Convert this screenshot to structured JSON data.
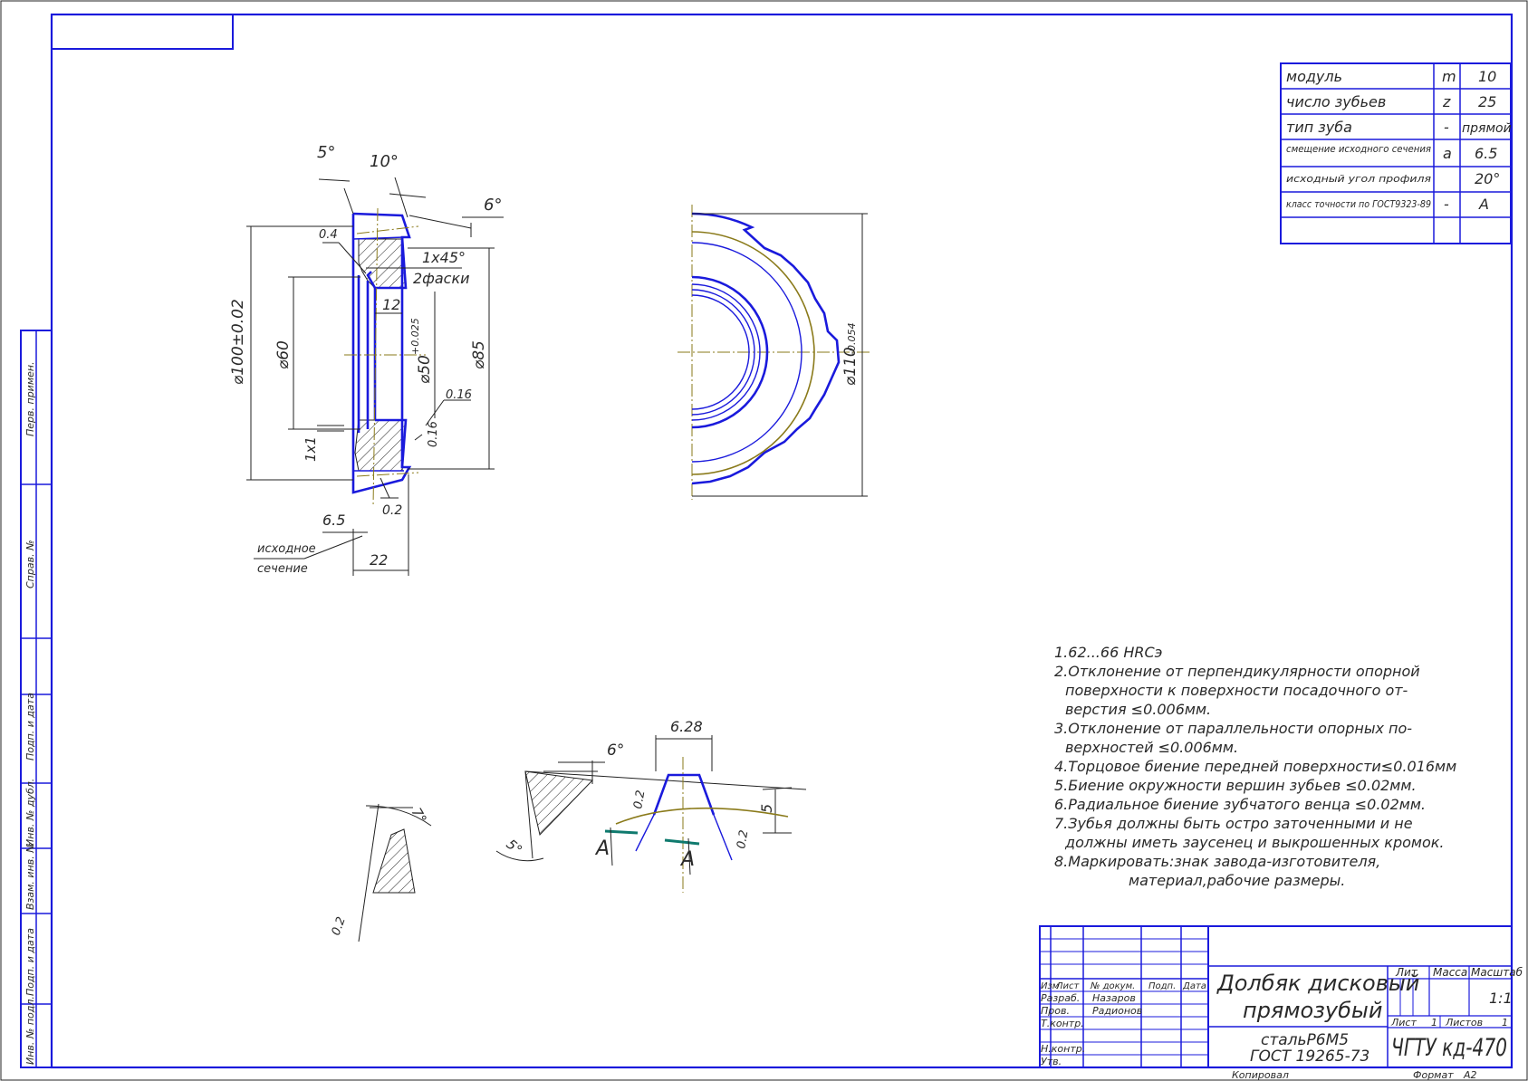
{
  "drawing": {
    "title_line1": "Долбяк дисковый",
    "title_line2": "прямозубый",
    "material_line1": "стальР6М5",
    "material_line2": "ГОСТ 19265-73",
    "designation": "ЧГТУ кд-470",
    "scale": "1:1",
    "sheet_label": "Лист",
    "sheet_value": "1",
    "sheets_label": "Листов",
    "sheets_value": "1",
    "lit_label": "Лит",
    "mass_label": "Масса",
    "scale_label": "Масштаб",
    "copied_label": "Копировал",
    "format_label": "Формат",
    "format_value": "А2"
  },
  "title_block": {
    "header": [
      "Изм",
      "Лист",
      "№ докум.",
      "Подп.",
      "Дата"
    ],
    "roles": [
      {
        "role": "Разраб.",
        "name": "Назаров"
      },
      {
        "role": "Пров.",
        "name": "Радионов"
      },
      {
        "role": "Т.контр.",
        "name": ""
      },
      {
        "role": "Н.контр.",
        "name": ""
      },
      {
        "role": "Утв.",
        "name": ""
      }
    ]
  },
  "side_stamp": [
    "Перв. примен.",
    "Справ. №",
    "Подп. и дата",
    "Инв. № дубл.",
    "Взам. инв. №",
    "Подп. и дата",
    "Инв. № подл."
  ],
  "params": [
    {
      "name": "модуль",
      "symbol": "m",
      "value": "10"
    },
    {
      "name": "число зубьев",
      "symbol": "z",
      "value": "25"
    },
    {
      "name": "тип зуба",
      "symbol": "-",
      "value": "прямой"
    },
    {
      "name": "смещение исходного сечения",
      "symbol": "a",
      "value": "6.5"
    },
    {
      "name": "исходный угол профиля",
      "symbol": "",
      "value": "20°"
    },
    {
      "name": "класс точности по ГОСТ9323-89",
      "symbol": "-",
      "value": "А"
    }
  ],
  "notes": [
    "1.62...66 HRCэ",
    "2.Отклонение от перпендикулярности опорной",
    "поверхности к поверхности посадочного от-",
    "верстия ≤0.006мм.",
    "3.Отклонение от параллельности опорных по-",
    "верхностей ≤0.006мм.",
    "4.Торцовое биение передней поверхности≤0.016мм",
    "5.Биение окружности вершин зубьев ≤0.02мм.",
    "6.Радиальное биение зубчатого венца ≤0.02мм.",
    "7.Зубья должны быть остро заточенными и не",
    "должны иметь заусенец и выкрошенных кромок.",
    "8.Маркировать:знак завода-изготовителя,",
    "материал,рабочие размеры."
  ],
  "dims": {
    "ang5": "5°",
    "ang10": "10°",
    "ang6": "6°",
    "r04": "0.4",
    "chamfer": "1x45°",
    "chamfer2": "2фаски",
    "d100": "⌀100±0.02",
    "d60": "⌀60",
    "w12": "12",
    "d50": "⌀50",
    "d50tol": "+0.025",
    "d85": "⌀85",
    "r016a": "0.16",
    "r016b": "0.16",
    "ch1x1": "1x1",
    "r02": "0.2",
    "w65": "6.5",
    "w22": "22",
    "src1": "исходное",
    "src2": "сечение",
    "d110": "⌀110",
    "d110tol": "-0.054",
    "t628": "6.28",
    "t6": "6°",
    "t5": "5",
    "t02a": "0.2",
    "t02b": "0.2",
    "t5deg": "5°",
    "l02": "0.2",
    "l7": "7°",
    "secA": "А"
  }
}
